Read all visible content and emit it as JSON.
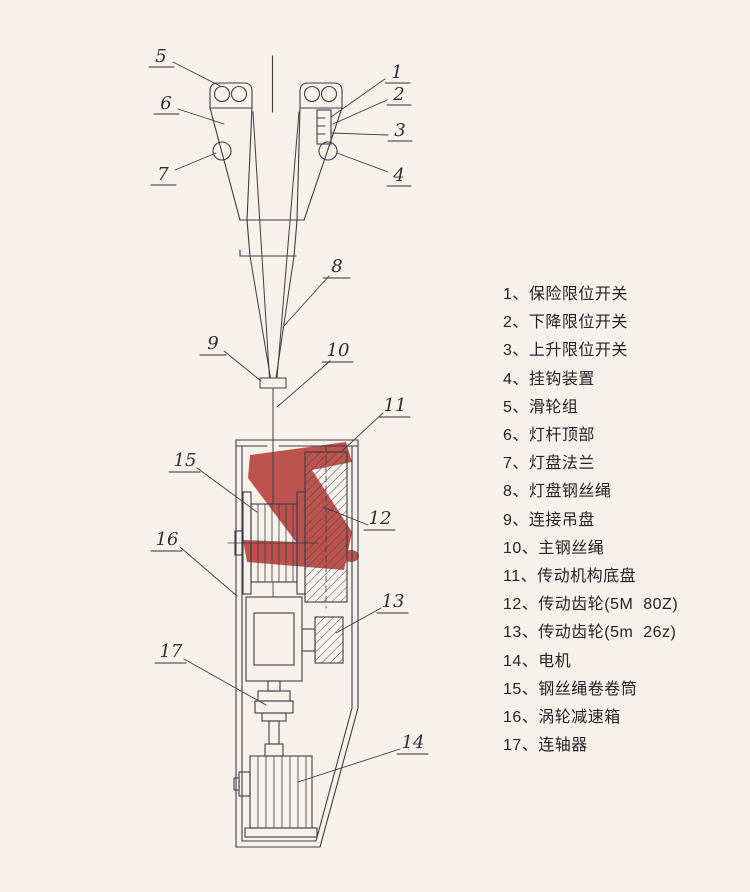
{
  "page": {
    "background_color": "#f6f1ea",
    "ink_color": "#3d3d46",
    "watermark_color": "#b02a25"
  },
  "watermark": {
    "letter": "Z"
  },
  "parts": {
    "n1": "1",
    "n2": "2",
    "n3": "3",
    "n4": "4",
    "n5": "5",
    "n6": "6",
    "n7": "7",
    "n8": "8",
    "n9": "9",
    "n10": "10",
    "n11": "11",
    "n12": "12",
    "n13": "13",
    "n14": "14",
    "n15": "15",
    "n16": "16",
    "n17": "17"
  },
  "legend": {
    "items": [
      "1、保险限位开关",
      "2、下降限位开关",
      "3、上升限位开关",
      "4、挂钩装置",
      "5、滑轮组",
      "6、灯杆顶部",
      "7、灯盘法兰",
      "8、灯盘钢丝绳",
      "9、连接吊盘",
      "10、主钢丝绳",
      "11、传动机构底盘",
      "12、传动齿轮(5M  80Z)",
      "13、传动齿轮(5m  26z)",
      "14、电机",
      "15、钢丝绳卷卷筒",
      "16、涡轮减速箱",
      "17、连轴器"
    ]
  }
}
